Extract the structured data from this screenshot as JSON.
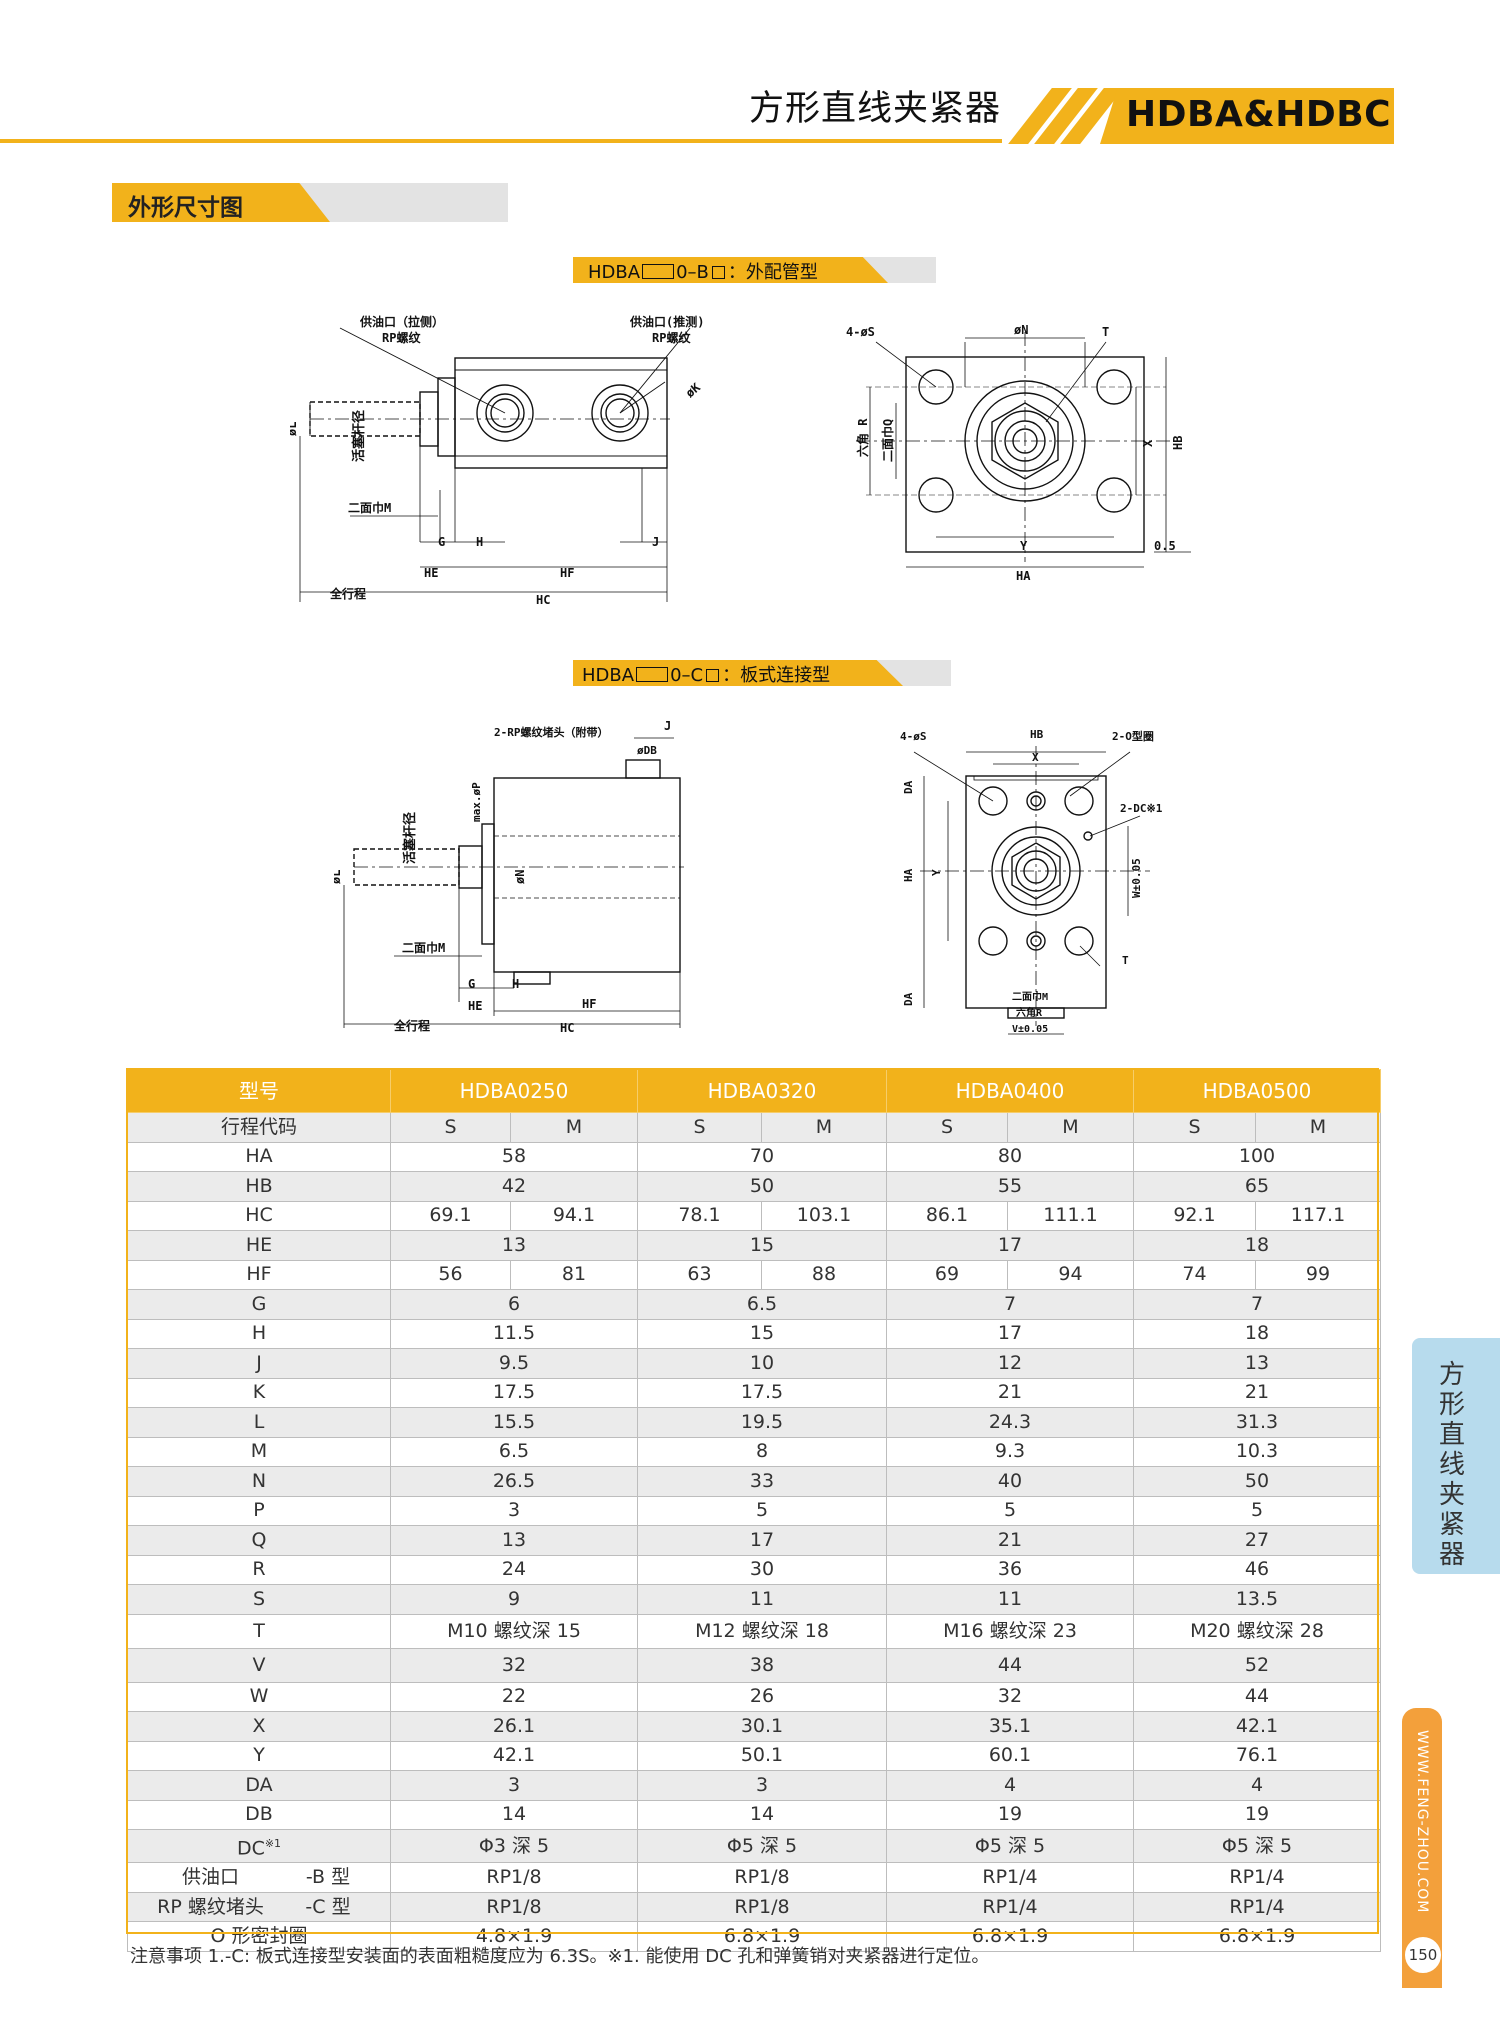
{
  "header": {
    "title": "方形直线夹紧器",
    "model": "HDBA&HDBC"
  },
  "section": {
    "title": "外形尺寸图"
  },
  "drawing_b": {
    "prefix": "HDBA",
    "suffix_a": "0–B",
    "suffix_b": "：外配管型",
    "labels": {
      "port_pull": "供油口（拉侧）",
      "rp_thread_1": "RP螺纹",
      "port_push": "供油口(推测)",
      "rp_thread_2": "RP螺纹",
      "phiK": "øK",
      "phiL": "øL",
      "rod_dia": "活塞杆径",
      "flats_m": "二面巾M",
      "G": "G",
      "H": "H",
      "J": "J",
      "HE": "HE",
      "HF": "HF",
      "stroke": "全行程",
      "HC": "HC",
      "s4": "4-øS",
      "phiN": "øN",
      "T": "T",
      "hexR": "六角 R",
      "flatsQ": "二面巾Q",
      "X": "X",
      "HB": "HB",
      "Y": "Y",
      "HA": "HA",
      "gap": "0.5"
    }
  },
  "drawing_c": {
    "prefix": "HDBA",
    "suffix_a": "0–C",
    "suffix_b": "：板式连接型",
    "labels": {
      "plug": "2-RP螺纹堵头（附带）",
      "J": "J",
      "phiDB": "øDB",
      "maxP": "max.øP",
      "rod_dia": "活塞杆径",
      "phiL": "øL",
      "phiN": "øN",
      "flats_m": "二面巾M",
      "G": "G",
      "H": "H",
      "HE": "HE",
      "HF": "HF",
      "stroke": "全行程",
      "HC": "HC",
      "s4": "4-øS",
      "HB": "HB",
      "oring": "2-O型圈",
      "X": "X",
      "DA1": "DA",
      "dc": "2-DC※1",
      "HA": "HA",
      "Y": "Y",
      "W": "W±0.05",
      "T": "T",
      "DA2": "DA",
      "flats_m2": "二面巾M",
      "hexR": "六角R",
      "V": "V±0.05"
    }
  },
  "table": {
    "header": [
      "型号",
      "HDBA0250",
      "HDBA0320",
      "HDBA0400",
      "HDBA0500"
    ],
    "rows": [
      {
        "label": "行程代码",
        "cells": [
          "S",
          "M",
          "S",
          "M",
          "S",
          "M",
          "S",
          "M"
        ]
      },
      {
        "label": "HA",
        "cells": [
          "58",
          "70",
          "80",
          "100"
        ]
      },
      {
        "label": "HB",
        "cells": [
          "42",
          "50",
          "55",
          "65"
        ]
      },
      {
        "label": "HC",
        "cells": [
          "69.1",
          "94.1",
          "78.1",
          "103.1",
          "86.1",
          "111.1",
          "92.1",
          "117.1"
        ]
      },
      {
        "label": "HE",
        "cells": [
          "13",
          "15",
          "17",
          "18"
        ]
      },
      {
        "label": "HF",
        "cells": [
          "56",
          "81",
          "63",
          "88",
          "69",
          "94",
          "74",
          "99"
        ]
      },
      {
        "label": "G",
        "cells": [
          "6",
          "6.5",
          "7",
          "7"
        ]
      },
      {
        "label": "H",
        "cells": [
          "11.5",
          "15",
          "17",
          "18"
        ]
      },
      {
        "label": "J",
        "cells": [
          "9.5",
          "10",
          "12",
          "13"
        ]
      },
      {
        "label": "K",
        "cells": [
          "17.5",
          "17.5",
          "21",
          "21"
        ]
      },
      {
        "label": "L",
        "cells": [
          "15.5",
          "19.5",
          "24.3",
          "31.3"
        ]
      },
      {
        "label": "M",
        "cells": [
          "6.5",
          "8",
          "9.3",
          "10.3"
        ]
      },
      {
        "label": "N",
        "cells": [
          "26.5",
          "33",
          "40",
          "50"
        ]
      },
      {
        "label": "P",
        "cells": [
          "3",
          "5",
          "5",
          "5"
        ]
      },
      {
        "label": "Q",
        "cells": [
          "13",
          "17",
          "21",
          "27"
        ]
      },
      {
        "label": "R",
        "cells": [
          "24",
          "30",
          "36",
          "46"
        ]
      },
      {
        "label": "S",
        "cells": [
          "9",
          "11",
          "11",
          "13.5"
        ]
      },
      {
        "label": "T",
        "cells": [
          "M10 螺纹深 15",
          "M12 螺纹深 18",
          "M16 螺纹深 23",
          "M20 螺纹深 28"
        ]
      },
      {
        "label": "V",
        "cells": [
          "32",
          "38",
          "44",
          "52"
        ]
      },
      {
        "label": "W",
        "cells": [
          "22",
          "26",
          "32",
          "44"
        ]
      },
      {
        "label": "X",
        "cells": [
          "26.1",
          "30.1",
          "35.1",
          "42.1"
        ]
      },
      {
        "label": "Y",
        "cells": [
          "42.1",
          "50.1",
          "60.1",
          "76.1"
        ]
      },
      {
        "label": "DA",
        "cells": [
          "3",
          "3",
          "4",
          "4"
        ]
      },
      {
        "label": "DB",
        "cells": [
          "14",
          "14",
          "19",
          "19"
        ]
      },
      {
        "label": "DC",
        "sup": "※1",
        "cells": [
          "Φ3 深 5",
          "Φ5 深 5",
          "Φ5 深 5",
          "Φ5 深 5"
        ]
      },
      {
        "label": "供油口",
        "sub": "-B 型",
        "cells": [
          "RP1/8",
          "RP1/8",
          "RP1/4",
          "RP1/4"
        ]
      },
      {
        "label": "RP 螺纹堵头",
        "sub": "-C 型",
        "cells": [
          "RP1/8",
          "RP1/8",
          "RP1/4",
          "RP1/4"
        ]
      },
      {
        "label": "O 形密封圈",
        "cells": [
          "4.8×1.9",
          "6.8×1.9",
          "6.8×1.9",
          "6.8×1.9"
        ]
      }
    ]
  },
  "note": "注意事项 1.-C: 板式连接型安装面的表面粗糙度应为 6.3S。※1. 能使用 DC 孔和弹簧销对夹紧器进行定位。",
  "side": {
    "tab": "方形直线夹紧器",
    "url": "WWW.FENG-ZHOU.COM",
    "page": "150"
  },
  "colors": {
    "accent": "#f2b21b",
    "side_tab": "#b7dbed",
    "url_bar": "#f3a03b"
  }
}
